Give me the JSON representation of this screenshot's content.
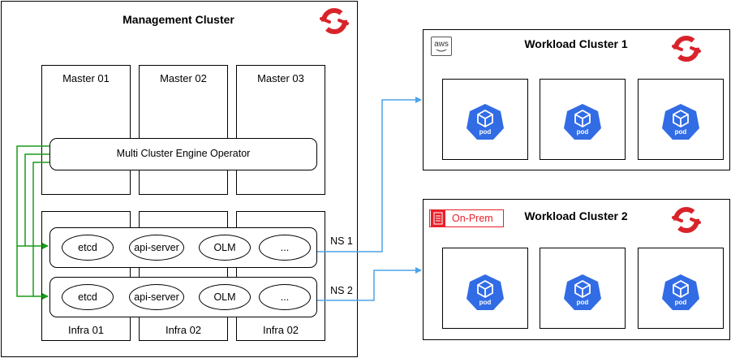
{
  "management": {
    "title": "Management Cluster",
    "masters": [
      "Master 01",
      "Master 02",
      "Master 03"
    ],
    "operator": "Multi Cluster Engine Operator",
    "infras": [
      "Infra 01",
      "Infra 02",
      "Infra 02"
    ],
    "namespaces": [
      {
        "label": "NS 1",
        "components": [
          "etcd",
          "api-server",
          "OLM",
          "..."
        ]
      },
      {
        "label": "NS 2",
        "components": [
          "etcd",
          "api-server",
          "OLM",
          "..."
        ]
      }
    ]
  },
  "workload1": {
    "title": "Workload Cluster 1",
    "provider": "aws",
    "pods": [
      "pod",
      "pod",
      "pod"
    ]
  },
  "workload2": {
    "title": "Workload Cluster 2",
    "provider": "On-Prem",
    "pods": [
      "pod",
      "pod",
      "pod"
    ]
  },
  "colors": {
    "arrow_green": "#1a9b1a",
    "arrow_blue": "#4da3e8",
    "pod_blue": "#326ce5",
    "openshift_red": "#d9232b"
  }
}
